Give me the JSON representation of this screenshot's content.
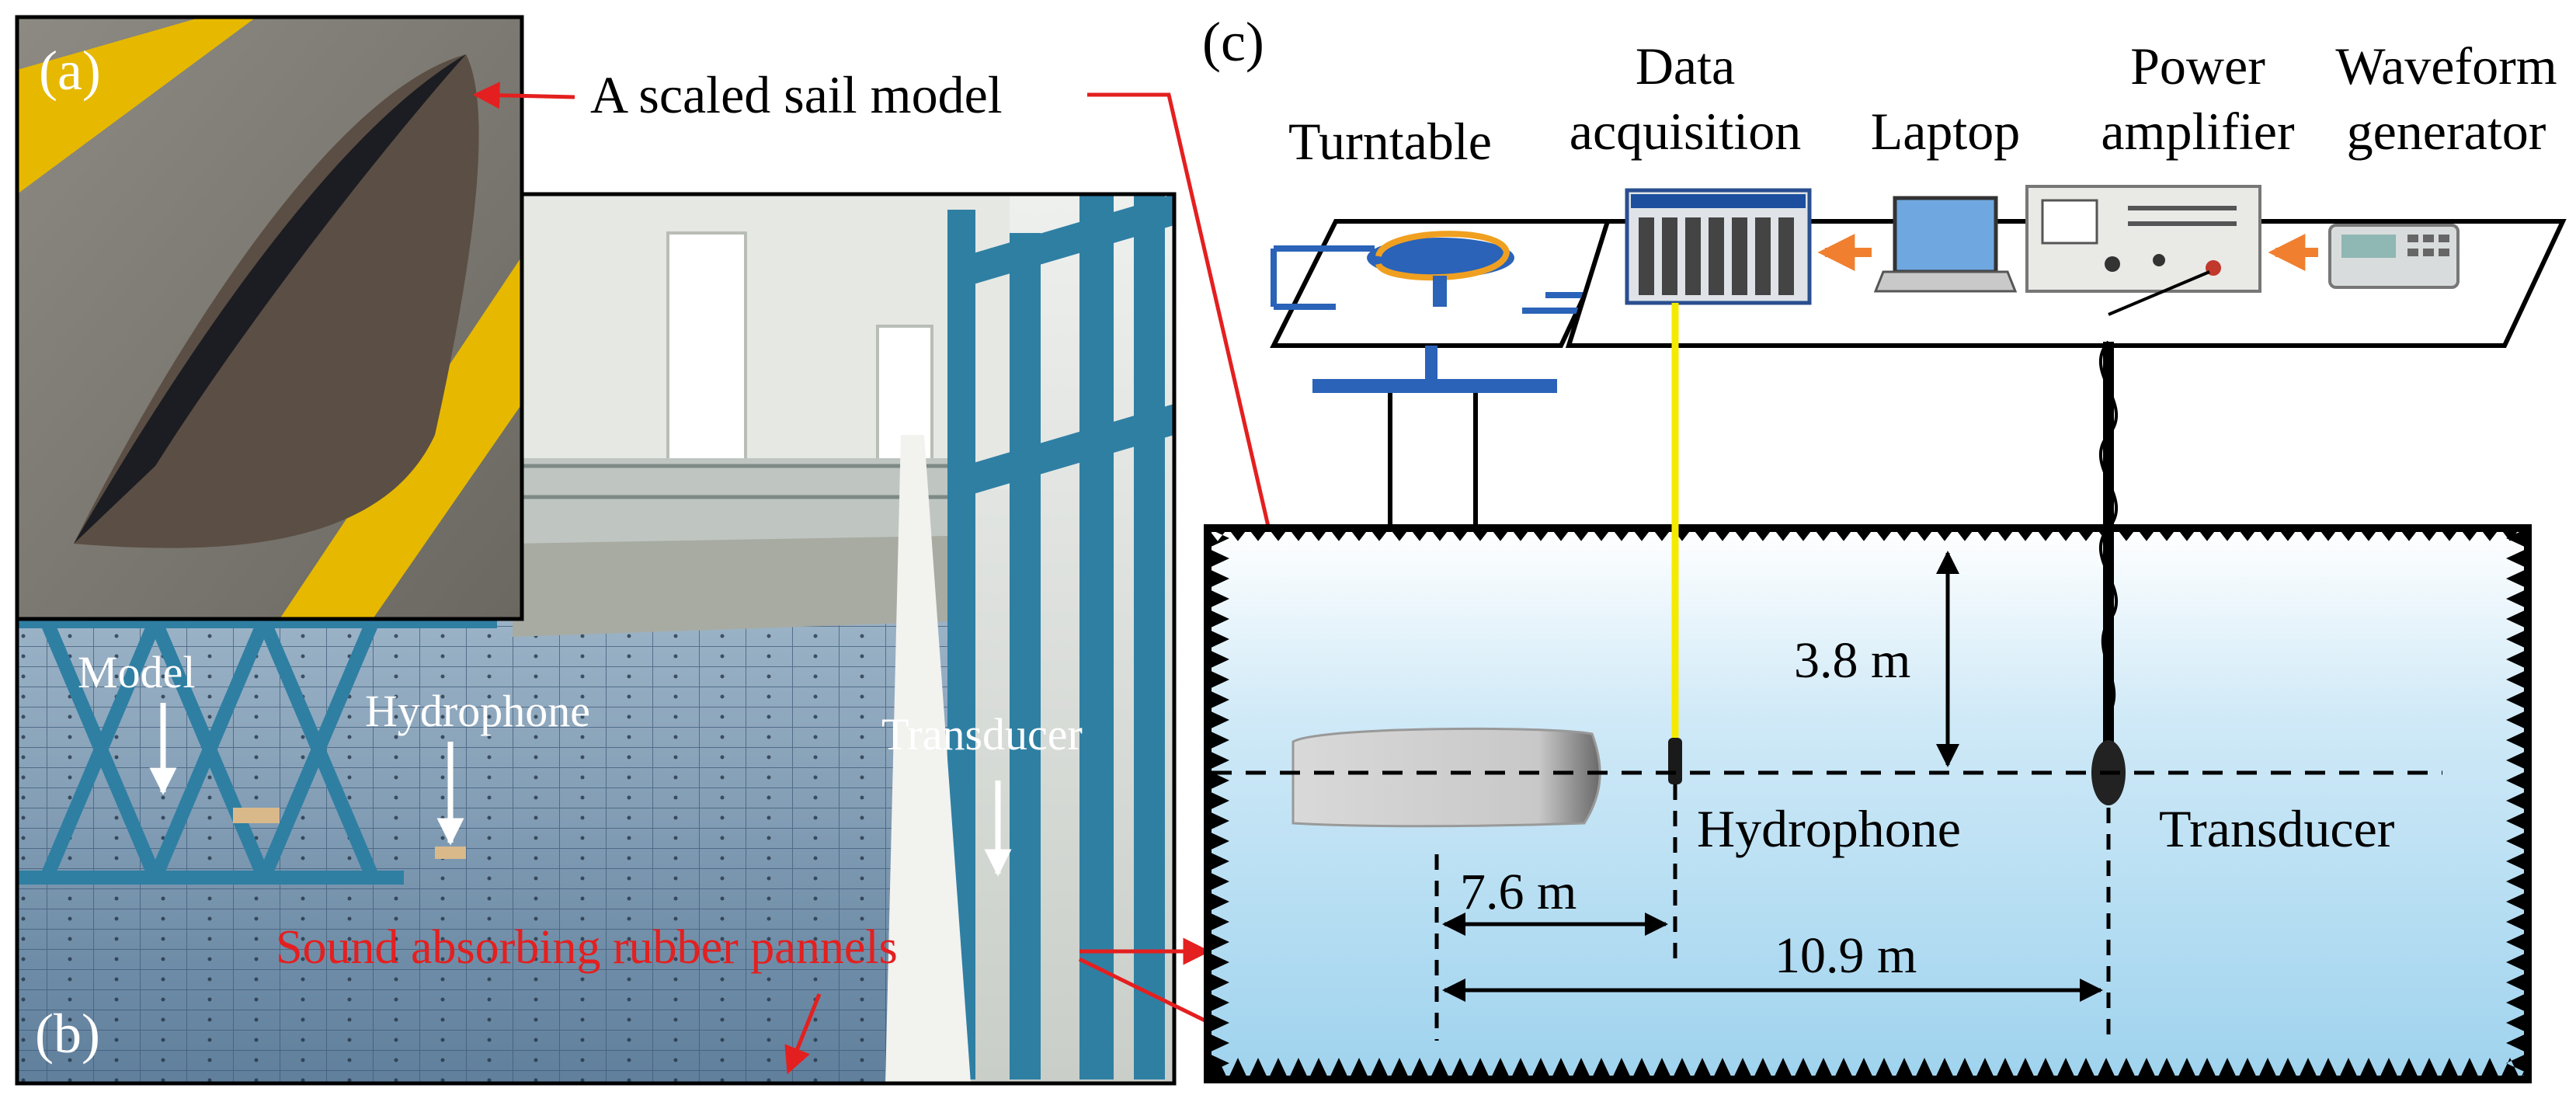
{
  "panels": {
    "a": {
      "label": "(a)"
    },
    "b": {
      "label": "(b)"
    },
    "c": {
      "label": "(c)"
    }
  },
  "callouts": {
    "sail_model": "A scaled sail model",
    "rubber_panels": "Sound absorbing rubber pannels"
  },
  "photo_labels": {
    "model": "Model",
    "hydrophone": "Hydrophone",
    "transducer": "Transducer"
  },
  "equipment": {
    "turntable": "Turntable",
    "data_acquisition": [
      "Data",
      "acquisition"
    ],
    "laptop": "Laptop",
    "power_amplifier": [
      "Power",
      "amplifier"
    ],
    "waveform_generator": [
      "Waveform",
      "generator"
    ]
  },
  "tank": {
    "depth_label": "3.8 m",
    "hydrophone_distance_label": "7.6 m",
    "transducer_distance_label": "10.9 m",
    "hydrophone_label": "Hydrophone",
    "transducer_label": "Transducer"
  },
  "colors": {
    "callout_red": "#e41f1f",
    "frame_blue": "#2a63b8",
    "steel_blue": "#2f7fa3",
    "water_top": "#ffffff",
    "water_bottom": "#9fd3ee",
    "arrow_orange": "#f08030",
    "cable_yellow": "#f4ea00"
  }
}
